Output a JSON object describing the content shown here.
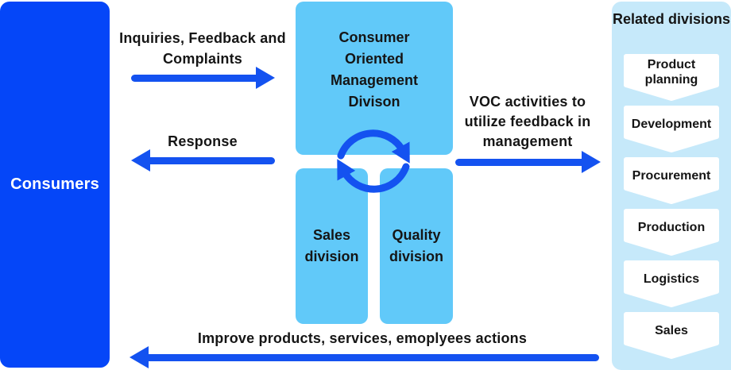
{
  "palette": {
    "consumers_box_blue": "#0546f8",
    "arrow_blue": "#1452f0",
    "division_box_sky_blue": "#61c9f9",
    "related_panel_pale_blue": "#c6e9fa",
    "text_color": "#151515",
    "chevron_fill": "#ffffff"
  },
  "consumers": {
    "label": "Consumers"
  },
  "flows": {
    "inquiries": {
      "label": "Inquiries, Feedback and Complaints",
      "direction": "right"
    },
    "response": {
      "label": "Response",
      "direction": "left"
    },
    "voc": {
      "label": "VOC activities to utilize feedback in management",
      "direction": "right"
    },
    "improve": {
      "label": "Improve products, services, emoplyees actions",
      "direction": "left"
    }
  },
  "center": {
    "management_box": {
      "label": "Consumer Oriented Management Divison"
    },
    "sales_box": {
      "label": "Sales division"
    },
    "quality_box": {
      "label": "Quality division"
    },
    "icon": "cycle-arrows-icon"
  },
  "related": {
    "title": "Related divisions",
    "items": [
      {
        "label": "Product planning"
      },
      {
        "label": "Development"
      },
      {
        "label": "Procurement"
      },
      {
        "label": "Production"
      },
      {
        "label": "Logistics"
      },
      {
        "label": "Sales"
      }
    ]
  }
}
